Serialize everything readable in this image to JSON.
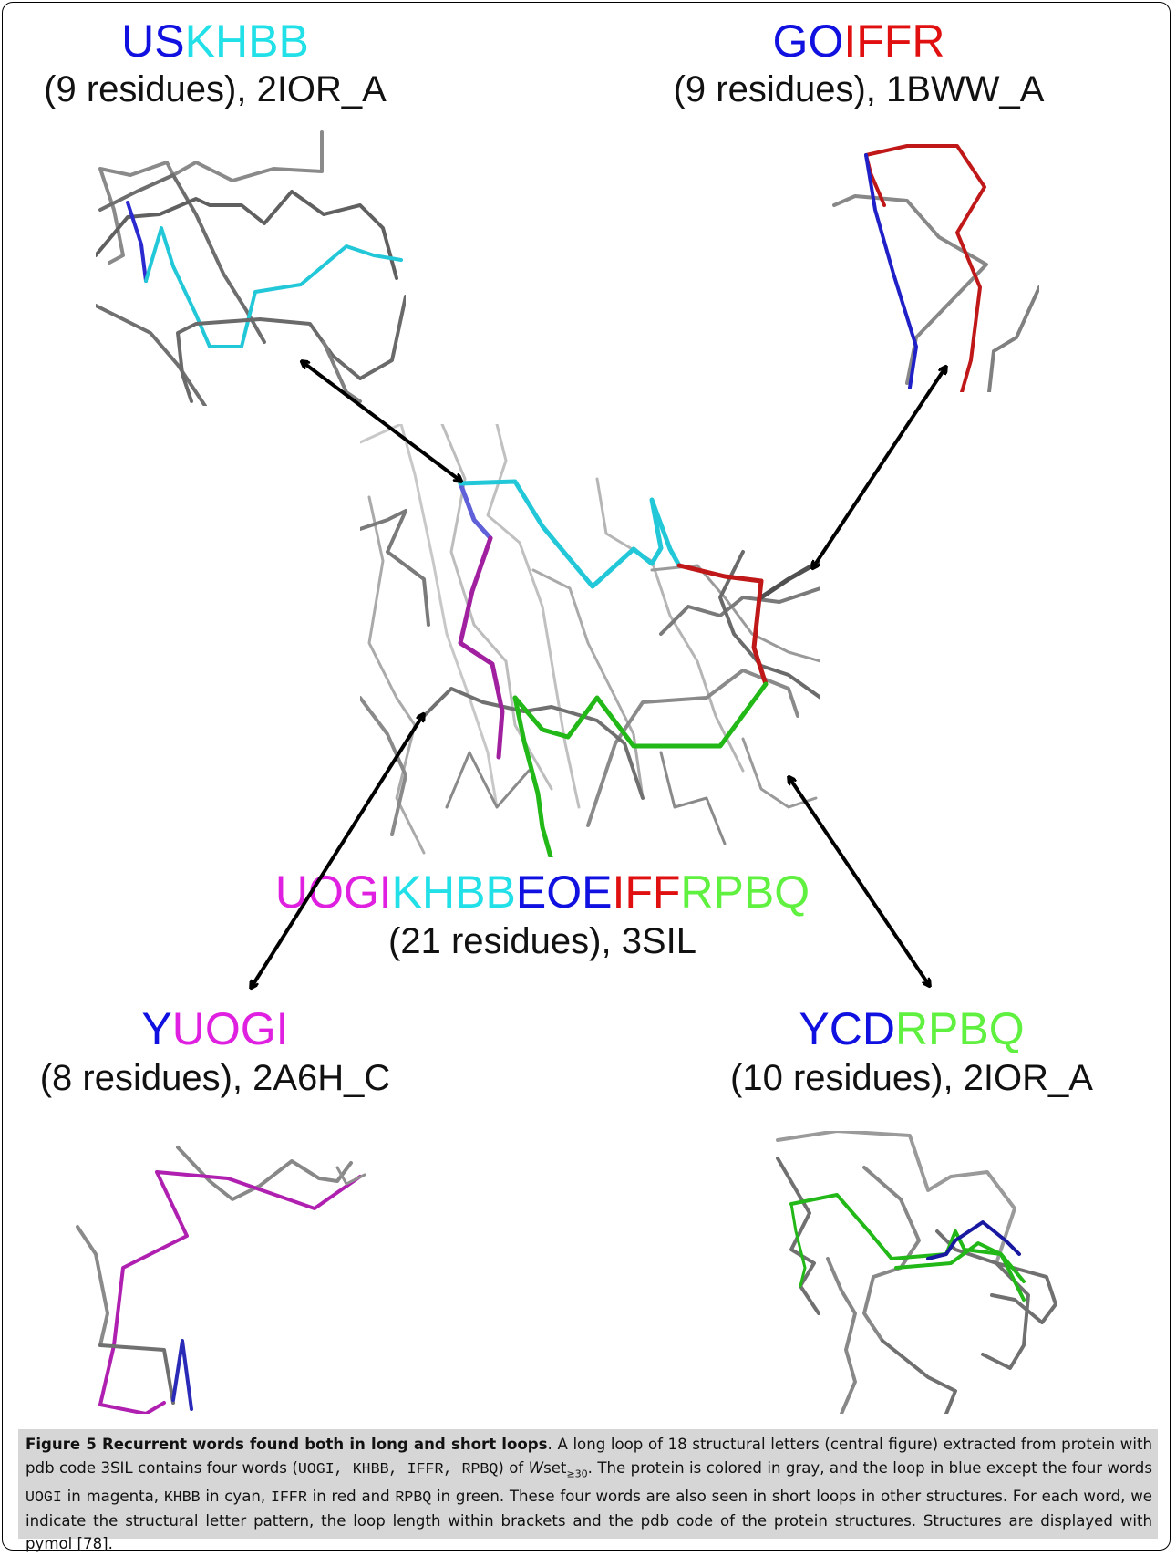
{
  "colors": {
    "blue": "#1010e0",
    "cyan": "#22e0e8",
    "red": "#e01010",
    "magenta": "#e020e0",
    "green": "#60f040",
    "gray": "#777777"
  },
  "panels": {
    "top_left": {
      "word": [
        {
          "text": "US",
          "color": "blue"
        },
        {
          "text": "KHBB",
          "color": "cyan"
        }
      ],
      "subtitle": "(9 residues), 2IOR_A"
    },
    "top_right": {
      "word": [
        {
          "text": "GO",
          "color": "blue"
        },
        {
          "text": "IFFR",
          "color": "red"
        }
      ],
      "subtitle": "(9 residues), 1BWW_A"
    },
    "center": {
      "word": [
        {
          "text": "UOGI",
          "color": "magenta"
        },
        {
          "text": "KHBB",
          "color": "cyan"
        },
        {
          "text": "EOE",
          "color": "blue"
        },
        {
          "text": "IFF",
          "color": "red"
        },
        {
          "text": "RPBQ",
          "color": "green"
        }
      ],
      "subtitle": "(21 residues), 3SIL"
    },
    "bottom_left": {
      "word": [
        {
          "text": "Y",
          "color": "blue"
        },
        {
          "text": "UOGI",
          "color": "magenta"
        }
      ],
      "subtitle": "(8 residues), 2A6H_C"
    },
    "bottom_right": {
      "word": [
        {
          "text": "YCD",
          "color": "blue"
        },
        {
          "text": "RPBQ",
          "color": "green"
        }
      ],
      "subtitle": "(10 residues), 2IOR_A"
    }
  },
  "caption": {
    "label": "Figure 5 Recurrent words found both in long and short loops",
    "text_1": ". A long loop of 18 structural letters (central figure) extracted from protein with pdb code 3SIL contains four words (",
    "words_list": "UOGI, KHBB, IFFR, RPBQ",
    "text_2": ") of ",
    "wset_w": "W",
    "wset_set": "set",
    "wset_sub": "≥30",
    "text_3": ". The protein is colored in gray, and the loop in blue except the four words ",
    "w1": "UOGI",
    "text_4": " in magenta, ",
    "w2": "KHBB",
    "text_5": " in cyan, ",
    "w3": "IFFR",
    "text_6": " in red and ",
    "w4": "RPBQ",
    "text_7": " in green. These four words are also seen in short loops in other structures. For each word, we indicate the structural letter pattern, the loop length within brackets and the pdb code of the protein structures. Structures are displayed with pymol [78]."
  }
}
